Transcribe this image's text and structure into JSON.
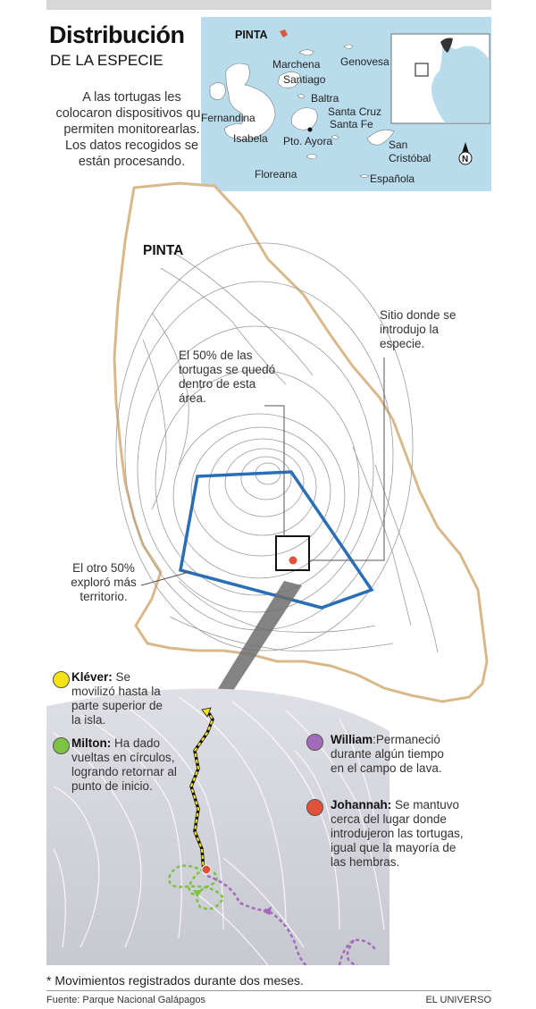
{
  "title": "Distribución",
  "subtitle": "DE LA ESPECIE",
  "intro": "A las tortugas les colocaron dispositivos que permiten monitorearlas. Los datos recogidos se están procesando.",
  "inset_map": {
    "labels": {
      "pinta": "PINTA",
      "marchena": "Marchena",
      "genovesa": "Genovesa",
      "santiago": "Santiago",
      "baltra": "Baltra",
      "fernandina": "Fernandina",
      "santa_cruz": "Santa Cruz",
      "santa_fe": "Santa Fe",
      "isabela": "Isabela",
      "pto_ayora": "Pto. Ayora",
      "san_cristobal": "San\nCristóbal",
      "floreana": "Floreana",
      "espanola": "Española",
      "north": "N"
    },
    "colors": {
      "sea": "#b9dcec",
      "land": "#ffffff",
      "pinta_marker": "#e0533a"
    }
  },
  "main_map": {
    "island_label": "PINTA",
    "callout_intro_site": "Sitio donde se introdujo la especie.",
    "callout_50_inside": "El 50% de las tortugas se quedó dentro de esta área.",
    "callout_50_other": "El otro 50% exploró más territorio.",
    "colors": {
      "coast": "#d9b98a",
      "contours": "#9a9a9a",
      "area": "#2a6fb5",
      "intro_marker": "#e0533a"
    }
  },
  "tortoises": [
    {
      "name": "Kléver:",
      "text": " Se movilizó hasta la parte superior de la isla.",
      "color": "#f4e116"
    },
    {
      "name": "Milton:",
      "text": " Ha dado vueltas en círculos, logrando retornar al punto de inicio.",
      "color": "#7cc243"
    },
    {
      "name": "William",
      "text": ":Permaneció durante algún tiempo en el campo de lava.",
      "color": "#a36bbd"
    },
    {
      "name": "Johannah:",
      "text": " Se mantuvo cerca del lugar donde introdujeron las tortugas, igual que la mayoría de las hembras.",
      "color": "#e0533a"
    }
  ],
  "footnote": "* Movimientos registrados durante dos meses.",
  "source": "Fuente: Parque Nacional Galápagos",
  "brand": "EL UNIVERSO"
}
